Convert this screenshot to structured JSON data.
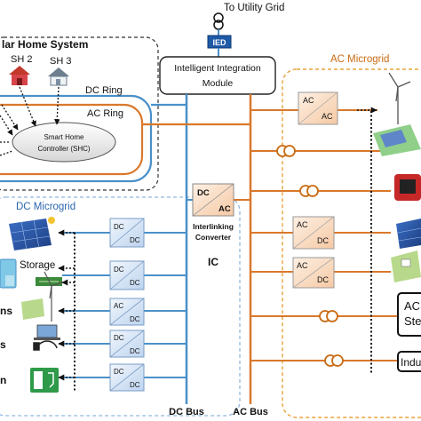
{
  "top": {
    "utility_grid": "To Utility Grid",
    "ied": "IED",
    "integration_module": [
      "Intelligent  Integration",
      "Module"
    ]
  },
  "home_system": {
    "title": "lar Home System",
    "sh2": "SH 2",
    "sh3": "SH 3",
    "dc_ring": "DC Ring",
    "ac_ring": "AC Ring",
    "shc": [
      "Smart Home",
      "Controller (SHC)"
    ]
  },
  "ac_microgrid": {
    "title": "AC Microgrid",
    "box_partial": [
      "AC",
      "Ste"
    ],
    "indu_partial": "Indu"
  },
  "dc_microgrid": {
    "title": "DC Microgrid",
    "storage": "Storage",
    "partial_a": "ns",
    "partial_b": "s",
    "partial_c": "n"
  },
  "interlinking": {
    "dc": "DC",
    "ac": "AC",
    "label": [
      "Interlinking",
      "Converter"
    ],
    "ic": "IC"
  },
  "converters": {
    "top_ac": [
      "AC",
      "AC"
    ],
    "ac_dc_1": [
      "AC",
      "DC"
    ],
    "ac_dc_2": [
      "AC",
      "DC"
    ],
    "dc_dc_1": [
      "DC",
      "DC"
    ],
    "dc_dc_2": [
      "DC",
      "DC"
    ],
    "ac_dc_3": [
      "AC",
      "DC"
    ],
    "dc_dc_3": [
      "DC",
      "DC"
    ],
    "dc_dc_4": [
      "DC",
      "DC"
    ]
  },
  "buses": {
    "dc_bus": "DC Bus",
    "ac_bus": "AC Bus"
  },
  "colors": {
    "blue_bus": "#4a90c8",
    "orange": "#d9782b",
    "converter_fill": "#fbe3cf",
    "converter_blue": "#dbe8f6",
    "ac_border": "#e8a33c"
  }
}
